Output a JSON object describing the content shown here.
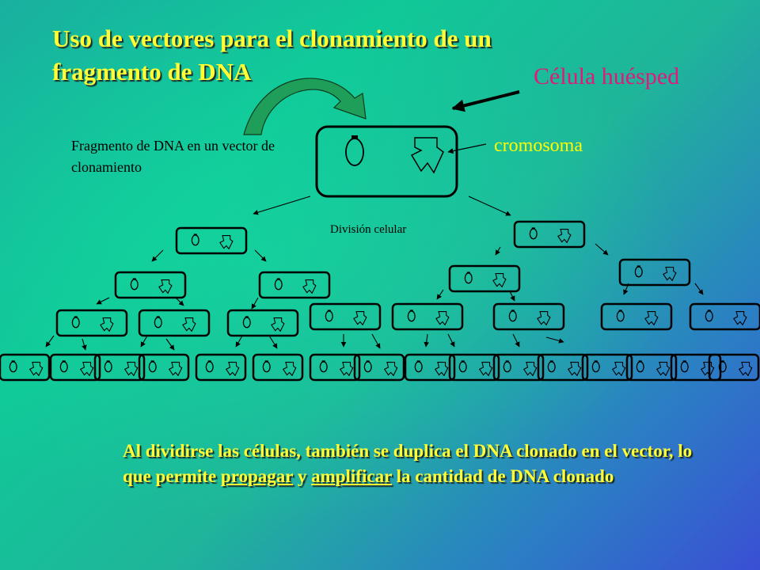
{
  "title": "Uso de vectores para el clonamiento de un fragmento de DNA",
  "labels": {
    "host_cell": "Célula huésped",
    "chromosome": "cromosoma",
    "fragment": "Fragmento de DNA en un vector de clonamiento",
    "division": "División celular"
  },
  "caption": {
    "part1": "Al dividirse las células, también se duplica el DNA clonado en el vector, lo que permite ",
    "propagate": "propagar",
    "part2": " y ",
    "amplify": "amplificar",
    "part3": " la cantidad de DNA clonado"
  },
  "colors": {
    "title_text": "#ffff33",
    "host_label": "#e0197a",
    "chromosome_label": "#ffff00",
    "curved_arrow": "#1f9e5a"
  }
}
